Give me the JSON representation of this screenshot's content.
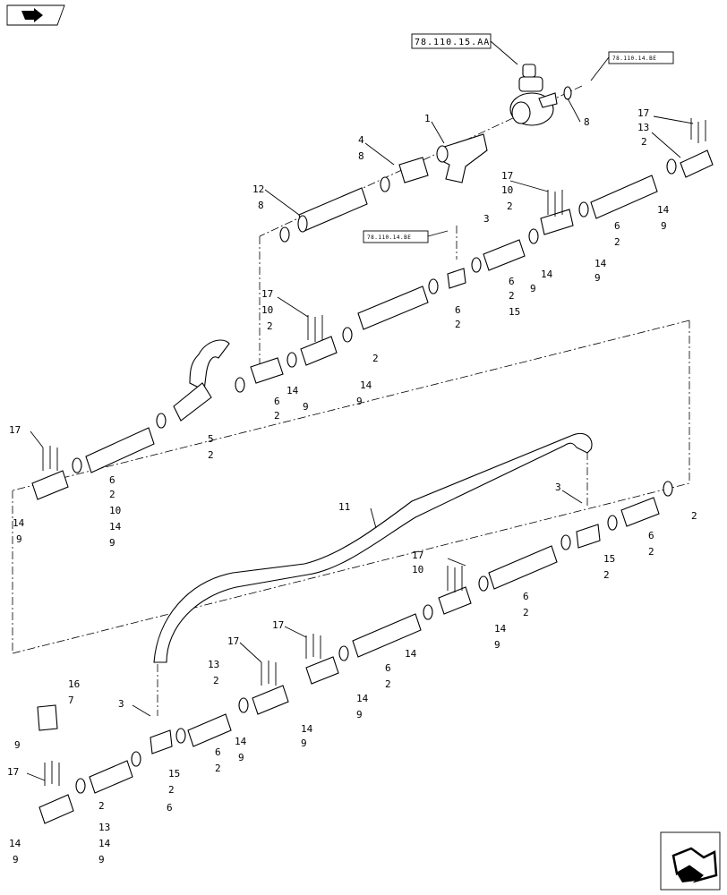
{
  "diagram": {
    "references": {
      "main": "78.110.15.AA",
      "side_top": "78.110.14.BE",
      "side_mid": "78.110.14.BE"
    },
    "nav": {
      "top_left_icon": "book-arrow-icon",
      "bottom_right_icon": "next-page-arrow-icon"
    },
    "callouts": {
      "c1": "1",
      "c4": "4",
      "c8a": "8",
      "c8b": "8",
      "c8c": "8",
      "c12": "12",
      "c17a": "17",
      "c13a": "13",
      "c2a": "2",
      "c14a": "14",
      "c9a": "9",
      "c17b": "17",
      "c10b": "10",
      "c2b": "2",
      "c6b": "6",
      "c2b2": "2",
      "c3a": "3",
      "c6c": "6",
      "c2c": "2",
      "c14b": "14",
      "c14b2": "14",
      "c9b": "9",
      "c9b2": "9",
      "c15a": "15",
      "c17c": "17",
      "c10c": "10",
      "c2d": "2",
      "c2e": "2",
      "c6d": "6",
      "c2f": "2",
      "c14c": "14",
      "c14c2": "14",
      "c9c": "9",
      "c9c2": "9",
      "c6e": "6",
      "c2g": "2",
      "c5": "5",
      "c2h": "2",
      "c17d": "17",
      "c6f": "6",
      "c2i": "2",
      "c10d": "10",
      "c14d": "14",
      "c14d2": "14",
      "c9d": "9",
      "c9d2": "9",
      "c11": "11",
      "c3b": "3",
      "c6g": "6",
      "c2j": "2",
      "c2k": "2",
      "c15b": "15",
      "c2l": "2",
      "c17e": "17",
      "c10e": "10",
      "c6h": "6",
      "c2m": "2",
      "c14e": "14",
      "c9e": "9",
      "c14e2": "14",
      "c17f": "17",
      "c6i": "6",
      "c2n": "2",
      "c14f": "14",
      "c9f": "9",
      "c17g": "17",
      "c13g": "13",
      "c2o": "2",
      "c14g": "14",
      "c9g": "9",
      "c14g2": "14",
      "c9g2": "9",
      "c3c": "3",
      "c6j": "6",
      "c2p": "2",
      "c15c": "15",
      "c2q": "2",
      "c16": "16",
      "c7": "7",
      "c9h": "9",
      "c17h": "17",
      "c2r": "2",
      "c13h": "13",
      "c14h": "14",
      "c14h2": "14",
      "c9i": "9",
      "c9i2": "9",
      "c6k": "6"
    }
  }
}
